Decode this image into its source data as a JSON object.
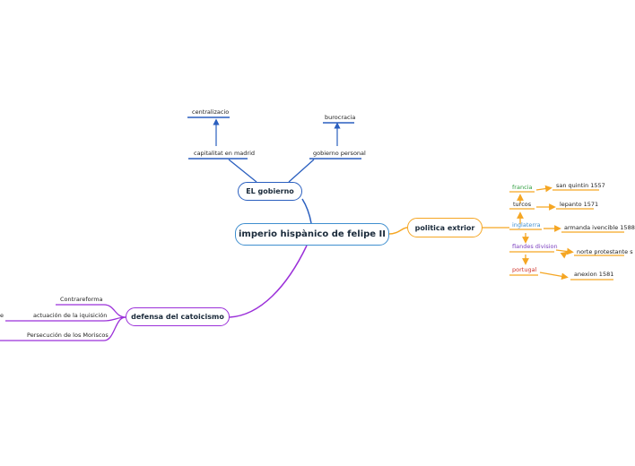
{
  "central": {
    "label": "imperio hispànico de felipe II"
  },
  "gobierno": {
    "label": "EL gobierno",
    "color": "#2a5fbf",
    "items": [
      {
        "label": "capitalitat en madrid",
        "child": "centralizacio"
      },
      {
        "label": "gobierno personal",
        "child": "burocracia"
      }
    ]
  },
  "politica": {
    "label": "politica extrior",
    "color": "#f5a623",
    "items": [
      {
        "label": "francia",
        "color": "#2e9e3e",
        "detail": "san quintin 1557"
      },
      {
        "label": "turcos",
        "color": "#333333",
        "detail": "lepanto 1571"
      },
      {
        "label": "inglaterra",
        "color": "#3f8fcf",
        "detail": "armanda ivencible 1588"
      },
      {
        "label": "flandes division",
        "color": "#7b3fbf",
        "detail": "norte protestante s"
      },
      {
        "label": "portugal",
        "color": "#d0342c",
        "detail": "anexion 1581"
      }
    ]
  },
  "defensa": {
    "label": "defensa del catoicismo",
    "color": "#9b30d9",
    "items": [
      {
        "label": "Contrareforma"
      },
      {
        "label": "actuación de la iquisición",
        "child": "e"
      },
      {
        "label": "Persecución de los Moriscos"
      }
    ]
  }
}
